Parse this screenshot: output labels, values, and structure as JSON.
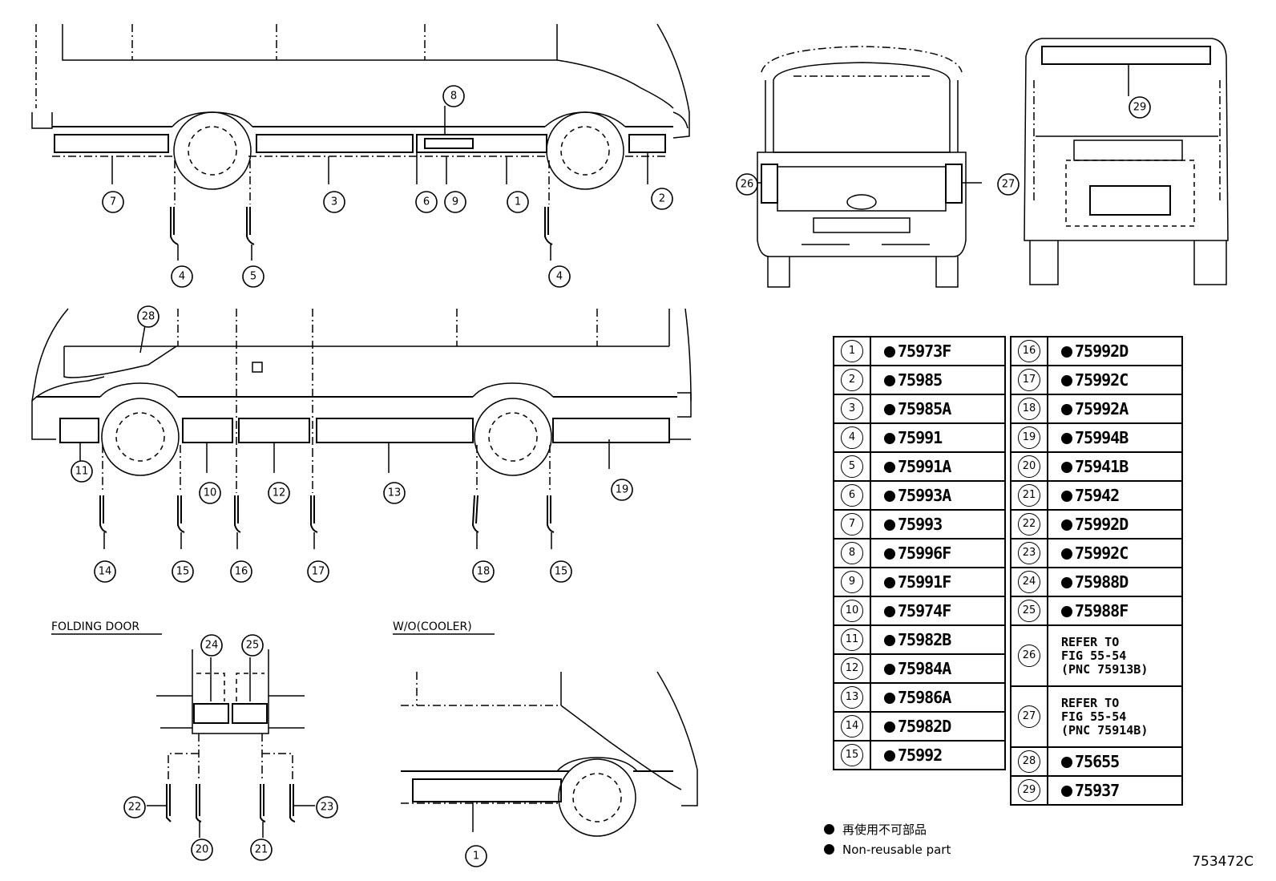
{
  "callouts": {
    "c1": "1",
    "c2": "2",
    "c3": "3",
    "c4": "4",
    "c5": "5",
    "c6": "6",
    "c7": "7",
    "c8": "8",
    "c9": "9",
    "c10": "10",
    "c11": "11",
    "c12": "12",
    "c13": "13",
    "c14": "14",
    "c15": "15",
    "c16": "16",
    "c17": "17",
    "c18": "18",
    "c19": "19",
    "c20": "20",
    "c21": "21",
    "c22": "22",
    "c23": "23",
    "c24": "24",
    "c25": "25",
    "c26": "26",
    "c27": "27",
    "c28": "28",
    "c29": "29"
  },
  "captions": {
    "folding_door": "FOLDING DOOR",
    "wo_cooler": "W/O(COOLER)"
  },
  "parts_left": [
    {
      "no": "1",
      "pn": "75973F"
    },
    {
      "no": "2",
      "pn": "75985"
    },
    {
      "no": "3",
      "pn": "75985A"
    },
    {
      "no": "4",
      "pn": "75991"
    },
    {
      "no": "5",
      "pn": "75991A"
    },
    {
      "no": "6",
      "pn": "75993A"
    },
    {
      "no": "7",
      "pn": "75993"
    },
    {
      "no": "8",
      "pn": "75996F"
    },
    {
      "no": "9",
      "pn": "75991F"
    },
    {
      "no": "10",
      "pn": "75974F"
    },
    {
      "no": "11",
      "pn": "75982B"
    },
    {
      "no": "12",
      "pn": "75984A"
    },
    {
      "no": "13",
      "pn": "75986A"
    },
    {
      "no": "14",
      "pn": "75982D"
    },
    {
      "no": "15",
      "pn": "75992"
    }
  ],
  "parts_right": [
    {
      "no": "16",
      "pn": "75992D"
    },
    {
      "no": "17",
      "pn": "75992C"
    },
    {
      "no": "18",
      "pn": "75992A"
    },
    {
      "no": "19",
      "pn": "75994B"
    },
    {
      "no": "20",
      "pn": "75941B"
    },
    {
      "no": "21",
      "pn": "75942"
    },
    {
      "no": "22",
      "pn": "75992D"
    },
    {
      "no": "23",
      "pn": "75992C"
    },
    {
      "no": "24",
      "pn": "75988D"
    },
    {
      "no": "25",
      "pn": "75988F"
    }
  ],
  "parts_ref": [
    {
      "no": "26",
      "l1": "REFER TO",
      "l2": "FIG 55-54",
      "l3": "(PNC 75913B)"
    },
    {
      "no": "27",
      "l1": "REFER TO",
      "l2": "FIG 55-54",
      "l3": "(PNC 75914B)"
    }
  ],
  "parts_tail": [
    {
      "no": "28",
      "pn": "75655"
    },
    {
      "no": "29",
      "pn": "75937"
    }
  ],
  "legend": {
    "jp": "再使用不可部品",
    "en": "Non-reusable part"
  },
  "figure_code": "753472C"
}
